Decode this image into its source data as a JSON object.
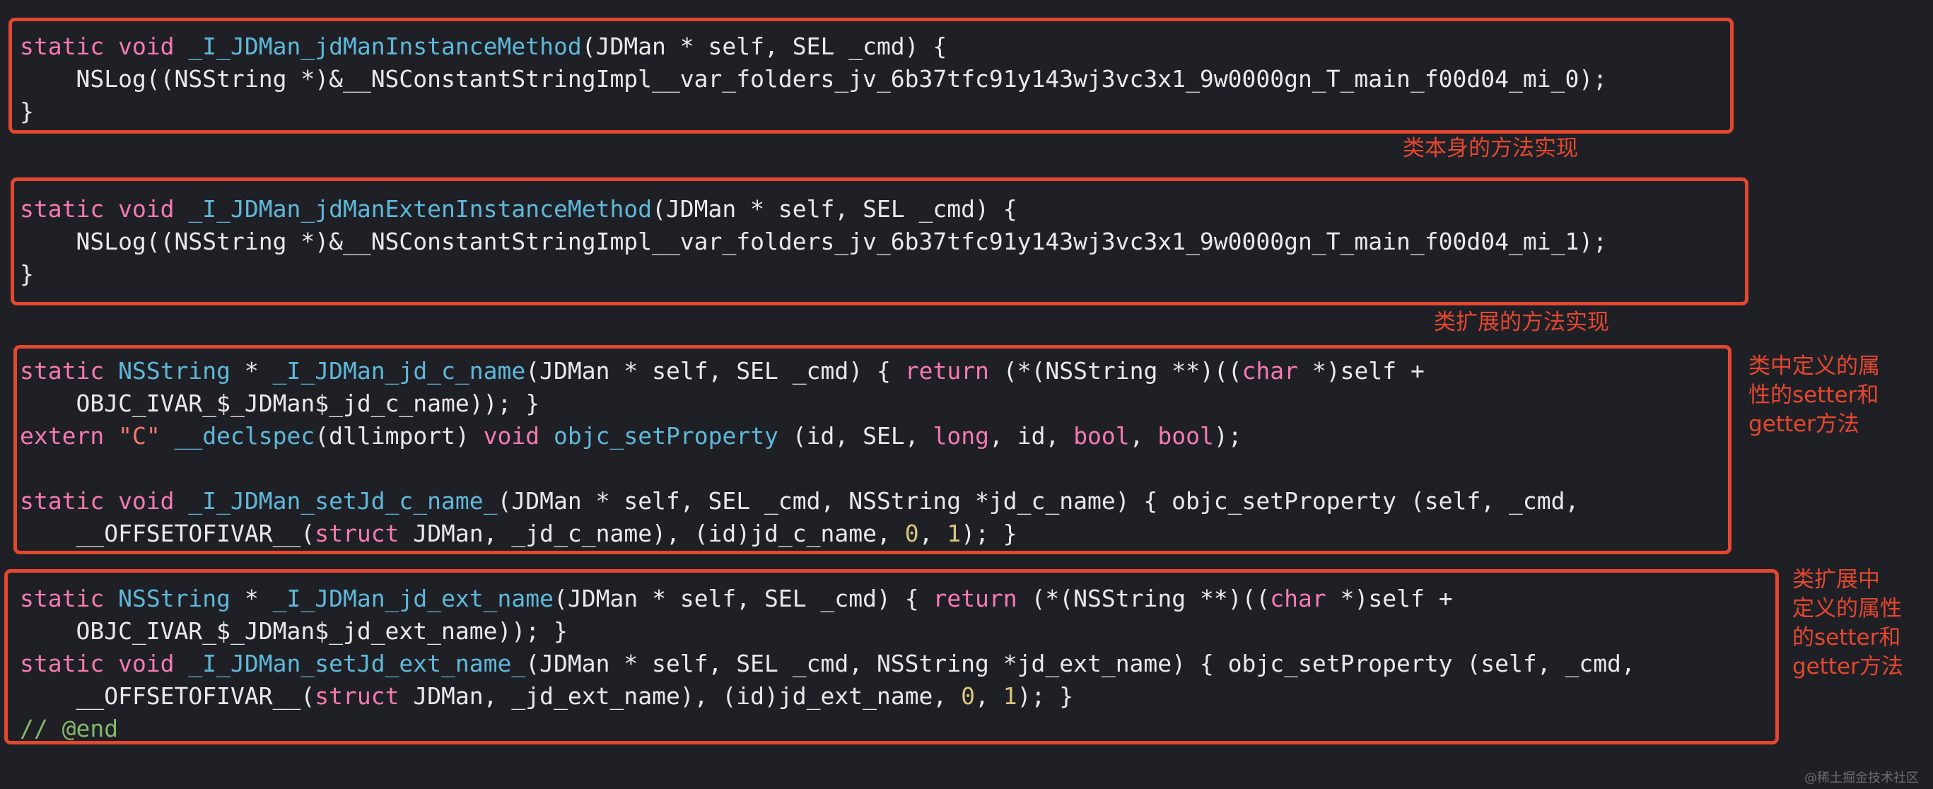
{
  "colors": {
    "background": "#1f2026",
    "annotation_red": "#e4472f",
    "keyword_pink": "#f77ab1",
    "function_blue": "#5fb8d9",
    "string_orange": "#f77a66",
    "number_yellow": "#d8c67c",
    "comment_green": "#85b86a",
    "plain_text": "#e9e9ec"
  },
  "block1": {
    "l1_kw": "static void",
    "l1_fn": "_I_JDMan_jdManInstanceMethod",
    "l1_rest": "(JDMan * self, SEL _cmd) {",
    "l2": "    NSLog((NSString *)&__NSConstantStringImpl__var_folders_jv_6b37tfc91y143wj3vc3x1_9w0000gn_T_main_f00d04_mi_0);",
    "l3": "}"
  },
  "block2": {
    "l1_kw": "static void",
    "l1_fn": "_I_JDMan_jdManExtenInstanceMethod",
    "l1_rest": "(JDMan * self, SEL _cmd) {",
    "l2": "    NSLog((NSString *)&__NSConstantStringImpl__var_folders_jv_6b37tfc91y143wj3vc3x1_9w0000gn_T_main_f00d04_mi_1);",
    "l3": "}"
  },
  "block3": {
    "l1_static": "static",
    "l1_type": "NSString",
    "l1_star": " * ",
    "l1_fn": "_I_JDMan_jd_c_name",
    "l1_mid": "(JDMan * self, SEL _cmd) { ",
    "l1_return": "return",
    "l1_mid2": " (*(NSString **)((",
    "l1_char": "char",
    "l1_end": " *)self +",
    "l2": "    OBJC_IVAR_$_JDMan$_jd_c_name)); }",
    "l3_extern": "extern",
    "l3_str": "\"C\"",
    "l3_declspec": "__declspec",
    "l3_mid": "(dllimport) ",
    "l3_void": "void",
    "l3_fn": "objc_setProperty",
    "l3_a": " (id, SEL, ",
    "l3_long": "long",
    "l3_b": ", id, ",
    "l3_bool1": "bool",
    "l3_c": ", ",
    "l3_bool2": "bool",
    "l3_end": ");",
    "l5_kw": "static void",
    "l5_fn": "_I_JDMan_setJd_c_name_",
    "l5_rest": "(JDMan * self, SEL _cmd, NSString *jd_c_name) { objc_setProperty (self, _cmd,",
    "l6_a": "    __OFFSETOFIVAR__(",
    "l6_struct": "struct",
    "l6_b": " JDMan, _jd_c_name), (id)jd_c_name, ",
    "l6_n0": "0",
    "l6_c": ", ",
    "l6_n1": "1",
    "l6_end": "); }"
  },
  "block4": {
    "l1_static": "static",
    "l1_type": "NSString",
    "l1_star": " * ",
    "l1_fn": "_I_JDMan_jd_ext_name",
    "l1_mid": "(JDMan * self, SEL _cmd) { ",
    "l1_return": "return",
    "l1_mid2": " (*(NSString **)((",
    "l1_char": "char",
    "l1_end": " *)self +",
    "l2": "    OBJC_IVAR_$_JDMan$_jd_ext_name)); }",
    "l3_kw": "static void",
    "l3_fn": "_I_JDMan_setJd_ext_name_",
    "l3_rest": "(JDMan * self, SEL _cmd, NSString *jd_ext_name) { objc_setProperty (self, _cmd,",
    "l4_a": "    __OFFSETOFIVAR__(",
    "l4_struct": "struct",
    "l4_b": " JDMan, _jd_ext_name), (id)jd_ext_name, ",
    "l4_n0": "0",
    "l4_c": ", ",
    "l4_n1": "1",
    "l4_end": "); }",
    "l5_comment": "// @end"
  },
  "notes": {
    "n1": "类本身的方法实现",
    "n2": "类扩展的方法实现",
    "n3_l1": "类中定义的属",
    "n3_l2": "性的setter和",
    "n3_l3": "getter方法",
    "n4_l1": "类扩展中",
    "n4_l2": "定义的属性",
    "n4_l3": "的setter和",
    "n4_l4": "getter方法"
  },
  "watermark": "@稀土掘金技术社区"
}
